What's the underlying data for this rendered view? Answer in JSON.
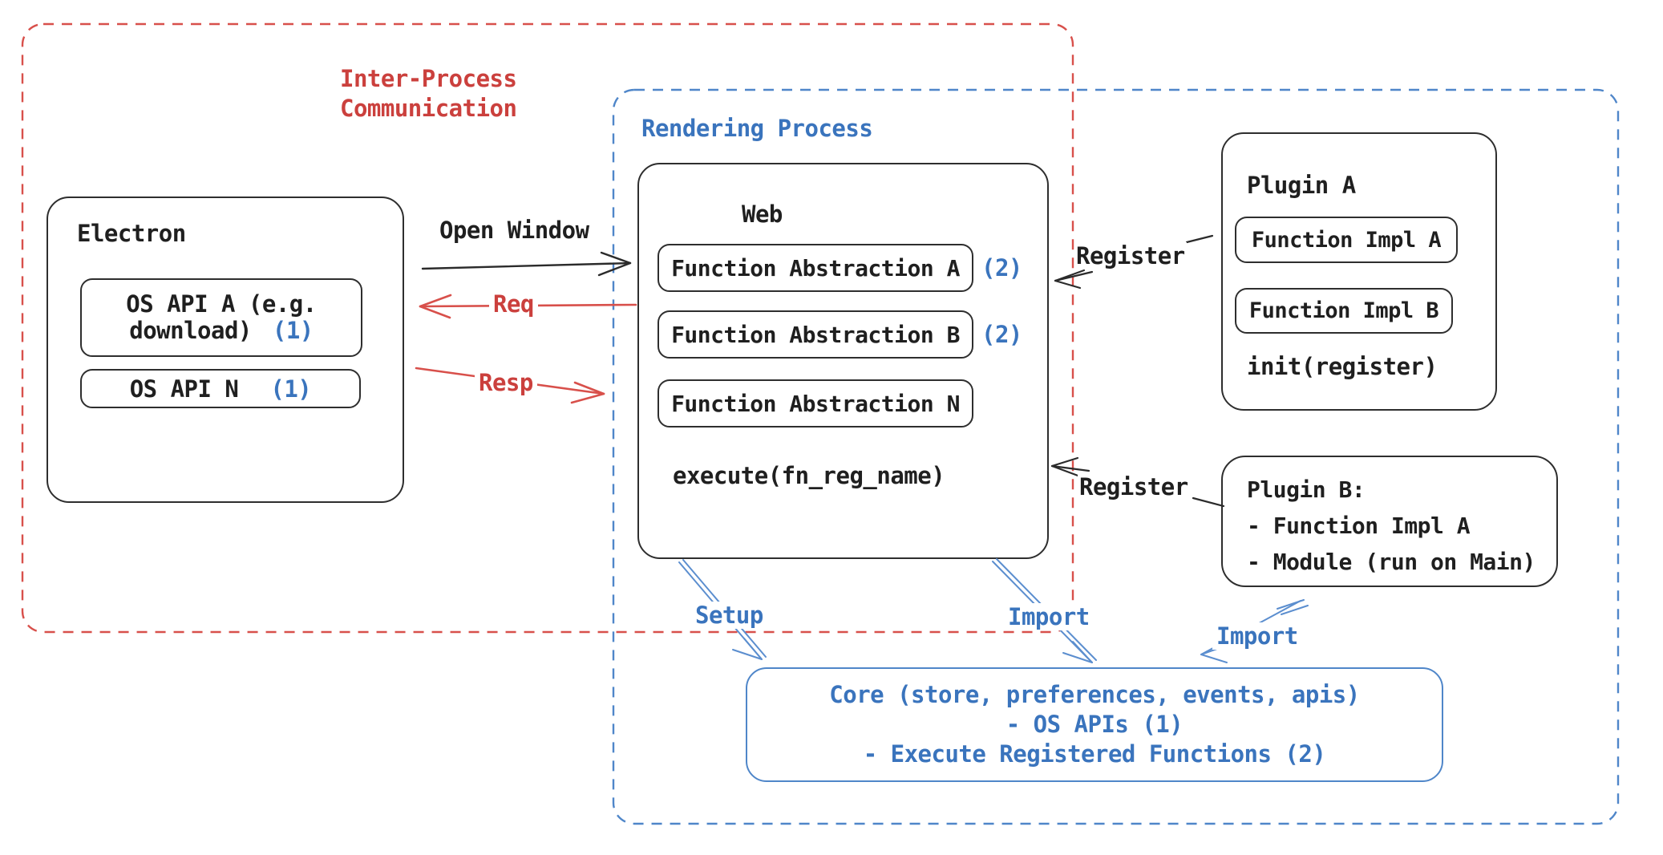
{
  "groups": {
    "ipc_label": "Inter-Process\nCommunication",
    "rendering_label": "Rendering Process"
  },
  "electron": {
    "title": "Electron",
    "os_api_a": {
      "line1": "OS API A (e.g.",
      "line2": "download)",
      "badge": "(1)"
    },
    "os_api_n": {
      "label": "OS API N",
      "badge": "(1)"
    }
  },
  "web": {
    "title": "Web",
    "abstractions": [
      {
        "label": "Function Abstraction A",
        "badge": "(2)"
      },
      {
        "label": "Function Abstraction B",
        "badge": "(2)"
      },
      {
        "label": "Function Abstraction N",
        "badge": ""
      }
    ],
    "footer": "execute(fn_reg_name)"
  },
  "plugin_a": {
    "title": "Plugin A",
    "impl_a": "Function Impl A",
    "impl_b": "Function Impl B",
    "footer": "init(register)"
  },
  "plugin_b": {
    "text": "Plugin B:\n- Function Impl A\n- Module (run on Main)"
  },
  "core": {
    "text": "Core (store, preferences, events, apis)\n- OS APIs (1)\n- Execute Registered Functions (2)"
  },
  "arrows": {
    "open_window": "Open Window",
    "req": "Req",
    "resp": "Resp",
    "register_top": "Register",
    "register_bottom": "Register",
    "setup": "Setup",
    "import_web": "Import",
    "import_plugin": "Import"
  },
  "colors": {
    "red": "#cb403d",
    "blue": "#3a74bd",
    "ink": "#1f1f1f"
  }
}
